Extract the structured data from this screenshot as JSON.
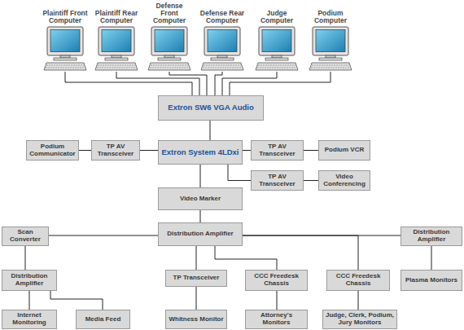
{
  "diagram": {
    "nodes": [
      {
        "text": [
          "Plaintiff Front Computer"
        ]
      },
      {
        "text": [
          "Plaintiff Rear Computer"
        ]
      },
      {
        "text": [
          "Defense Front Computer"
        ]
      },
      {
        "text": [
          "Defense Rear Computer"
        ]
      },
      {
        "text": [
          "Judge Computer"
        ]
      },
      {
        "text": [
          "Podium Computer"
        ]
      },
      {
        "text": [
          "Extron SW6 VGA Audio"
        ]
      },
      {
        "text": [
          "Podium Communicator"
        ]
      },
      {
        "text": [
          "TP AV Transceiver"
        ]
      },
      {
        "text": [
          "Extron System 4LDxi"
        ]
      },
      {
        "text": [
          "TP AV Transceiver"
        ]
      },
      {
        "text": [
          "Podium VCR"
        ]
      },
      {
        "text": [
          "TP AV Transceiver"
        ]
      },
      {
        "text": [
          "Video Conferencing"
        ]
      },
      {
        "text": [
          "Video Marker"
        ]
      },
      {
        "text": [
          "Scan Converter"
        ]
      },
      {
        "text": [
          "Distribution Amplifier"
        ]
      },
      {
        "text": [
          "Distribution Amplifier"
        ]
      },
      {
        "text": [
          "Distribution Amplifier"
        ]
      },
      {
        "text": [
          "TP Transceiver"
        ]
      },
      {
        "text": [
          "CCC Freedesk Chassis"
        ]
      },
      {
        "text": [
          "CCC Freedesk Chassis"
        ]
      },
      {
        "text": [
          "Plasma Monitors"
        ]
      },
      {
        "text": [
          "Internet Monitoring"
        ]
      },
      {
        "text": [
          "Media Feed"
        ]
      },
      {
        "text": [
          "Whitness Monitor"
        ]
      },
      {
        "text": [
          "Attorney's Monitors"
        ]
      },
      {
        "text": [
          "Judge, Clerk, Podium, Jury Monitors"
        ]
      }
    ],
    "edges": [
      {
        "from": 0,
        "to": 6,
        "arrow": "none"
      },
      {
        "from": 1,
        "to": 6,
        "arrow": "none"
      },
      {
        "from": 2,
        "to": 6,
        "arrow": "none"
      },
      {
        "from": 3,
        "to": 6,
        "arrow": "none"
      },
      {
        "from": 4,
        "to": 6,
        "arrow": "none"
      },
      {
        "from": 5,
        "to": 6,
        "arrow": "none"
      },
      {
        "from": 6,
        "to": 9,
        "arrow": "none"
      },
      {
        "from": 7,
        "to": 8,
        "arrow": "none"
      },
      {
        "from": 8,
        "to": 9,
        "arrow": "none"
      },
      {
        "from": 9,
        "to": 10,
        "arrow": "none"
      },
      {
        "from": 10,
        "to": 11,
        "arrow": "none"
      },
      {
        "from": 9,
        "to": 12,
        "arrow": "none"
      },
      {
        "from": 12,
        "to": 13,
        "arrow": "none"
      },
      {
        "from": 9,
        "to": 14,
        "arrow": "none"
      },
      {
        "from": 14,
        "to": 16,
        "arrow": "none"
      },
      {
        "from": 16,
        "to": 15,
        "arrow": "none"
      },
      {
        "from": 16,
        "to": 17,
        "arrow": "none"
      },
      {
        "from": 15,
        "to": 18,
        "arrow": "none"
      },
      {
        "from": 18,
        "to": 23,
        "arrow": "none"
      },
      {
        "from": 18,
        "to": 24,
        "arrow": "none"
      },
      {
        "from": 16,
        "to": 19,
        "arrow": "none"
      },
      {
        "from": 19,
        "to": 25,
        "arrow": "none"
      },
      {
        "from": 16,
        "to": 20,
        "arrow": "none"
      },
      {
        "from": 16,
        "to": 21,
        "arrow": "none"
      },
      {
        "from": 20,
        "to": 26,
        "arrow": "none"
      },
      {
        "from": 21,
        "to": 27,
        "arrow": "none"
      },
      {
        "from": 17,
        "to": 22,
        "arrow": "none"
      }
    ]
  }
}
